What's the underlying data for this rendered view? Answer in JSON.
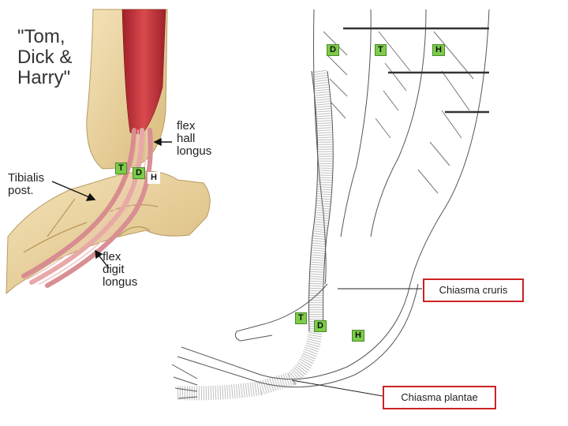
{
  "left_panel": {
    "title_lines": [
      "\"Tom,",
      "Dick &",
      "Harry\""
    ],
    "tibialis_lines": [
      "Tibialis",
      "post."
    ],
    "flex_hall_lines": [
      "flex",
      "hall",
      "longus"
    ],
    "flex_digit_lines": [
      "flex",
      "digit",
      "longus"
    ],
    "tags": {
      "t": "T",
      "d": "D",
      "h": "H"
    }
  },
  "right_panel": {
    "top_tags": {
      "d": "D",
      "t": "T",
      "h": "H"
    },
    "bottom_tags": {
      "t": "T",
      "d": "D",
      "h": "H"
    },
    "chiasma_cruris": "Chiasma cruris",
    "chiasma_plantae": "Chiasma plantae"
  },
  "colors": {
    "tag_green": "#7ccc4a",
    "box_red": "#cc2222",
    "bone": "#e6cf9a",
    "muscle_red": "#c8343a",
    "tendon_pink": "#e8a8a8"
  }
}
